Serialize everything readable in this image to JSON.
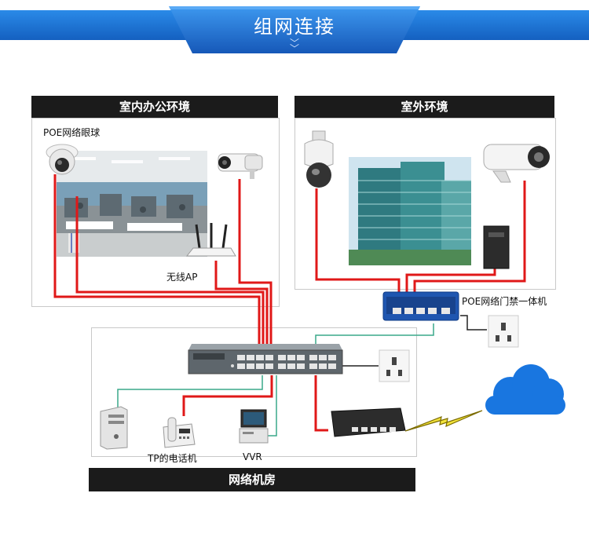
{
  "title": "组网连接",
  "sections": {
    "indoor": "室内办公环境",
    "outdoor": "室外环境",
    "machine_room": "网络机房"
  },
  "labels": {
    "poe_dome": "POE网络眼球",
    "wireless_ap": "无线AP",
    "poe_access": "POE网络门禁一体机",
    "tp_phone": "TP的电话机",
    "vvr": "VVR"
  },
  "colors": {
    "banner": "#1d6fd0",
    "header_bg": "#1b1b1b",
    "wire_red": "#e01818",
    "wire_green": "#3aa88a",
    "cloud": "#1976e0",
    "lightning": "#f2e33a"
  },
  "icons": [
    "dome-camera-icon",
    "bullet-camera-icon",
    "wireless-ap-icon",
    "office-photo",
    "building-photo",
    "access-controller-icon",
    "poe-switch-icon",
    "core-switch-icon",
    "wall-socket-icon",
    "pc-tower-icon",
    "telephone-icon",
    "industrial-pc-icon",
    "router-icon",
    "lightning-icon",
    "cloud-icon"
  ]
}
